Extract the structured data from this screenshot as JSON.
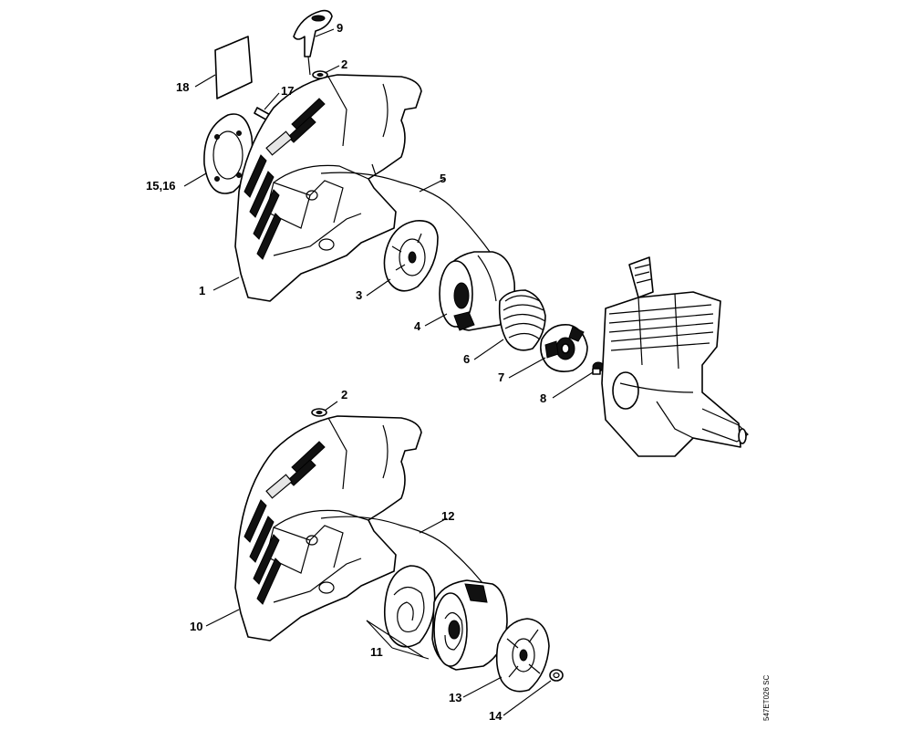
{
  "callouts": [
    {
      "id": "c9",
      "text": "9"
    },
    {
      "id": "c2a",
      "text": "2"
    },
    {
      "id": "c18",
      "text": "18"
    },
    {
      "id": "c17",
      "text": "17"
    },
    {
      "id": "c1516",
      "text": "15,16"
    },
    {
      "id": "c5",
      "text": "5"
    },
    {
      "id": "c1",
      "text": "1"
    },
    {
      "id": "c3",
      "text": "3"
    },
    {
      "id": "c4",
      "text": "4"
    },
    {
      "id": "c6",
      "text": "6"
    },
    {
      "id": "c7",
      "text": "7"
    },
    {
      "id": "c8",
      "text": "8"
    },
    {
      "id": "c2b",
      "text": "2"
    },
    {
      "id": "c12",
      "text": "12"
    },
    {
      "id": "c10",
      "text": "10"
    },
    {
      "id": "c11",
      "text": "11"
    },
    {
      "id": "c13",
      "text": "13"
    },
    {
      "id": "c14",
      "text": "14"
    }
  ],
  "drawing_code": "547ET026 SC",
  "colors": {
    "line": "#000000",
    "background": "#ffffff",
    "shade": "#bdbdbd"
  }
}
